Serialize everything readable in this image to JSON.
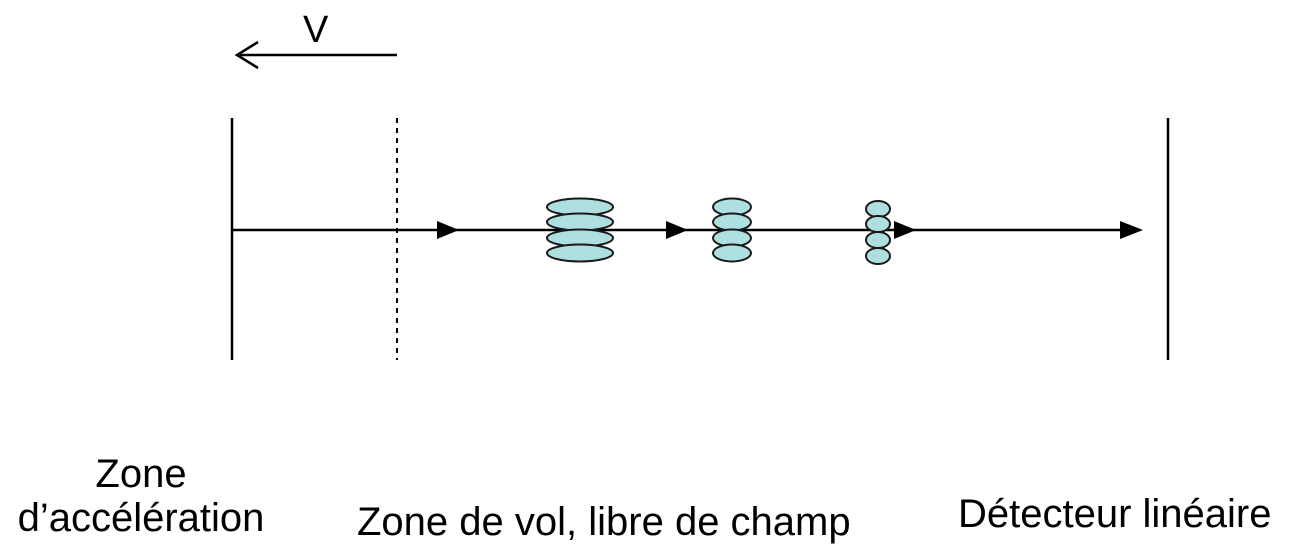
{
  "labels": {
    "velocity": "V",
    "acceleration_zone_line1": "Zone",
    "acceleration_zone_line2": "d’accélération",
    "flight_zone": "Zone de vol, libre de champ",
    "detector": "Détecteur linéaire"
  },
  "colors": {
    "ion_fill": "#aee0e2",
    "ion_stroke": "#1a1a1a",
    "line": "#000000"
  },
  "ion_packets": [
    {
      "name": "ion-packet-1",
      "count": 4
    },
    {
      "name": "ion-packet-2",
      "count": 4
    },
    {
      "name": "ion-packet-3",
      "count": 4
    }
  ]
}
